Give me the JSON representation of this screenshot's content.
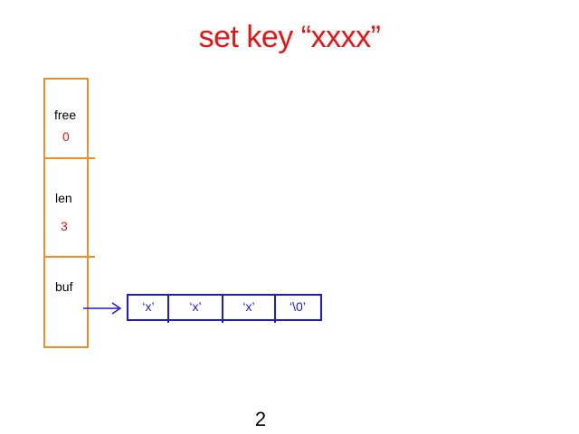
{
  "title": "set key “xxxx”",
  "sds_struct": {
    "fields": [
      {
        "label": "free",
        "value": "0"
      },
      {
        "label": "len",
        "value": "3"
      },
      {
        "label": "buf",
        "value": ""
      }
    ]
  },
  "buffer": {
    "cells": [
      "‘x’",
      "‘x’",
      "‘x’",
      "‘\\0’"
    ]
  },
  "page_number": "2",
  "colors": {
    "title": "#ee1111",
    "struct_border": "#ef8d2b",
    "buffer": "#1a1adb",
    "values": "#ee1111"
  }
}
